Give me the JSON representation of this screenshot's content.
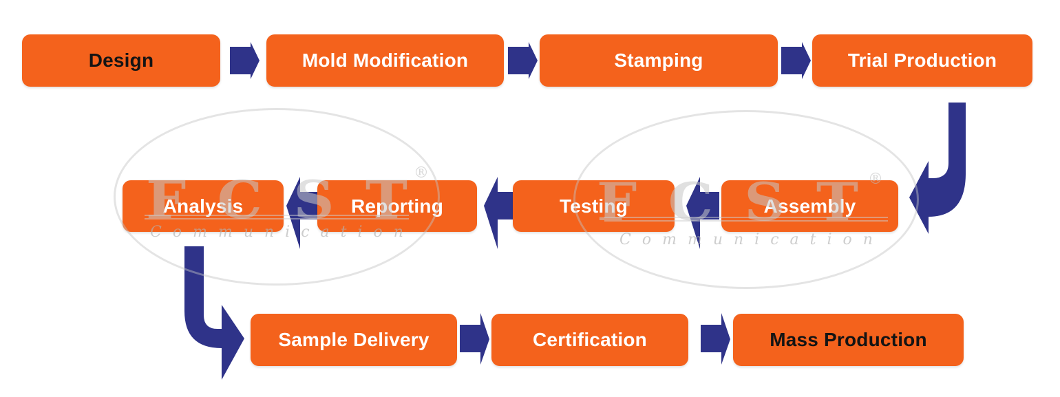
{
  "diagram": {
    "nodes": [
      {
        "id": "design",
        "label": "Design",
        "text_style": "dark"
      },
      {
        "id": "mold-modification",
        "label": "Mold Modification",
        "text_style": "light"
      },
      {
        "id": "stamping",
        "label": "Stamping",
        "text_style": "light"
      },
      {
        "id": "trial-production",
        "label": "Trial Production",
        "text_style": "light"
      },
      {
        "id": "analysis",
        "label": "Analysis",
        "text_style": "light"
      },
      {
        "id": "reporting",
        "label": "Reporting",
        "text_style": "light"
      },
      {
        "id": "testing",
        "label": "Testing",
        "text_style": "light"
      },
      {
        "id": "assembly",
        "label": "Assembly",
        "text_style": "light"
      },
      {
        "id": "sample-delivery",
        "label": "Sample Delivery",
        "text_style": "light"
      },
      {
        "id": "certification",
        "label": "Certification",
        "text_style": "light"
      },
      {
        "id": "mass-production",
        "label": "Mass Production",
        "text_style": "dark"
      }
    ],
    "flow_sequence": [
      "Design",
      "Mold Modification",
      "Stamping",
      "Trial Production",
      "Assembly",
      "Testing",
      "Reporting",
      "Analysis",
      "Sample Delivery",
      "Certification",
      "Mass Production"
    ],
    "watermark": {
      "brand": "FCST",
      "registered": "®",
      "subtitle": "Communication"
    },
    "colors": {
      "box": "#F4621C",
      "arrow": "#2F3389",
      "label_light": "#FFFFFF",
      "label_dark": "#141414",
      "background": "#FFFFFF"
    }
  }
}
